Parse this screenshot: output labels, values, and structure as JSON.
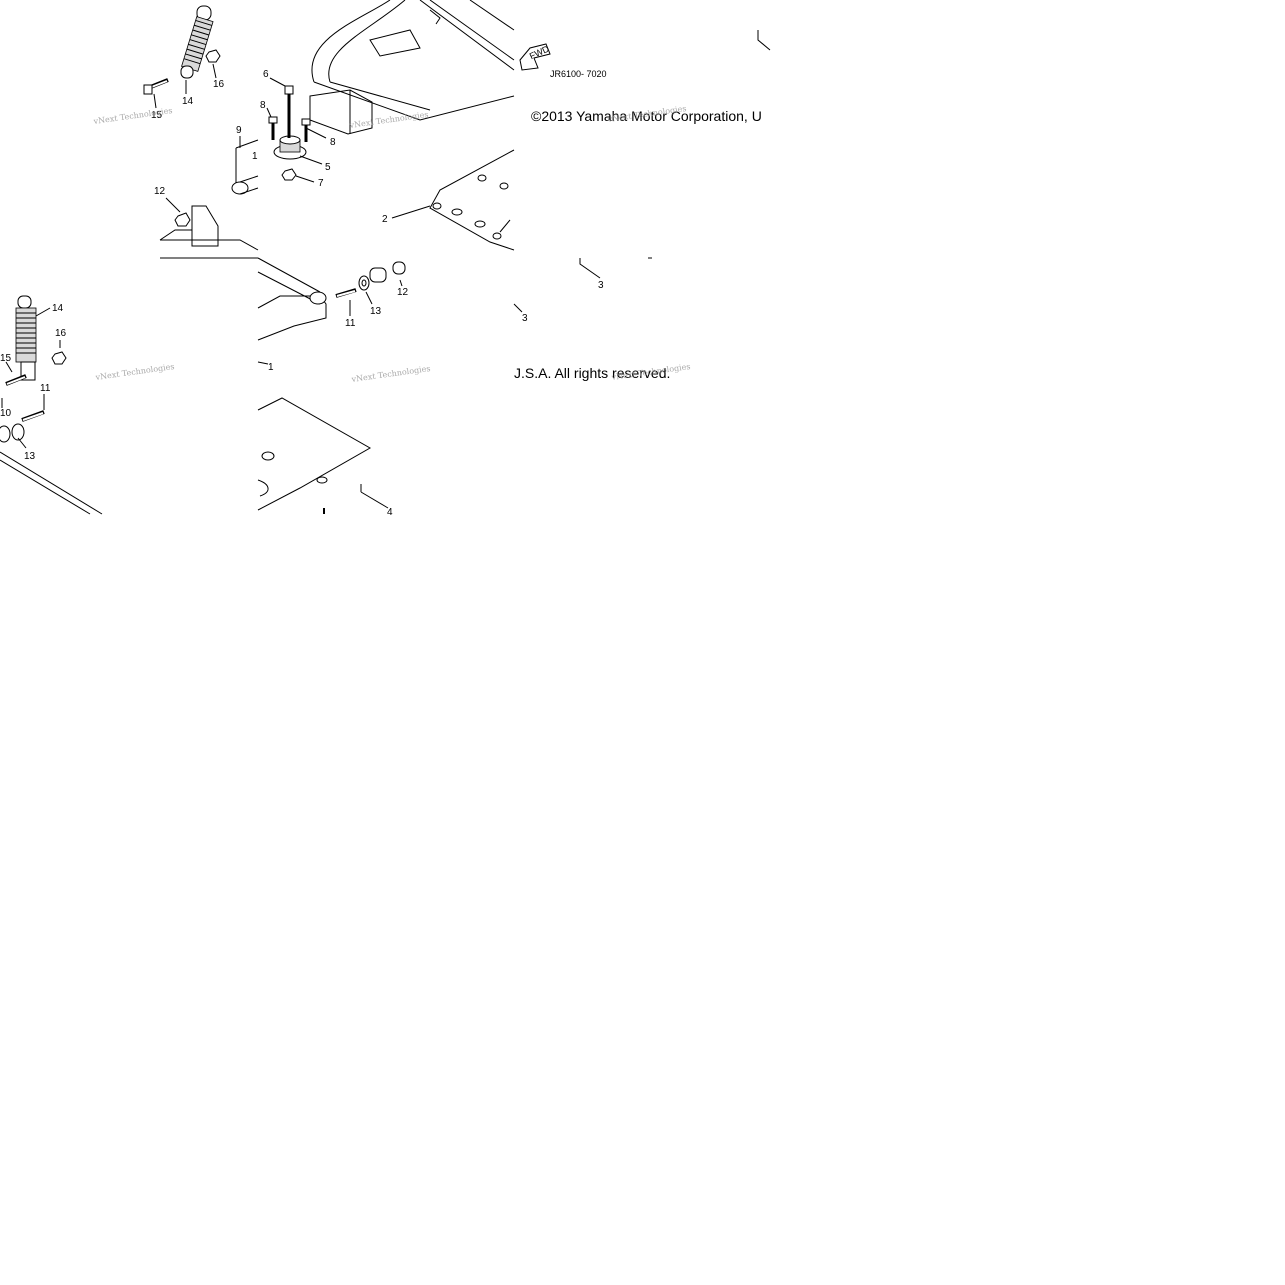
{
  "diagram": {
    "code": "JR6100- 7020",
    "copyright_top": "©2013 Yamaha Motor Corporation, U",
    "copyright_bottom": "J.S.A. All rights reserved.",
    "fwd_label": "FWD",
    "watermark": "vNext Technologies",
    "callouts": {
      "c1": "1",
      "c1b": "1",
      "c2": "2",
      "c3a": "3",
      "c3b": "3",
      "c4": "4",
      "c5": "5",
      "c6": "6",
      "c7": "7",
      "c8a": "8",
      "c8b": "8",
      "c9": "9",
      "c10": "10",
      "c11a": "11",
      "c11b": "11",
      "c12a": "12",
      "c12b": "12",
      "c13a": "13",
      "c13b": "13",
      "c14a": "14",
      "c14b": "14",
      "c15a": "15",
      "c15b": "15",
      "c16a": "16",
      "c16b": "16"
    }
  }
}
